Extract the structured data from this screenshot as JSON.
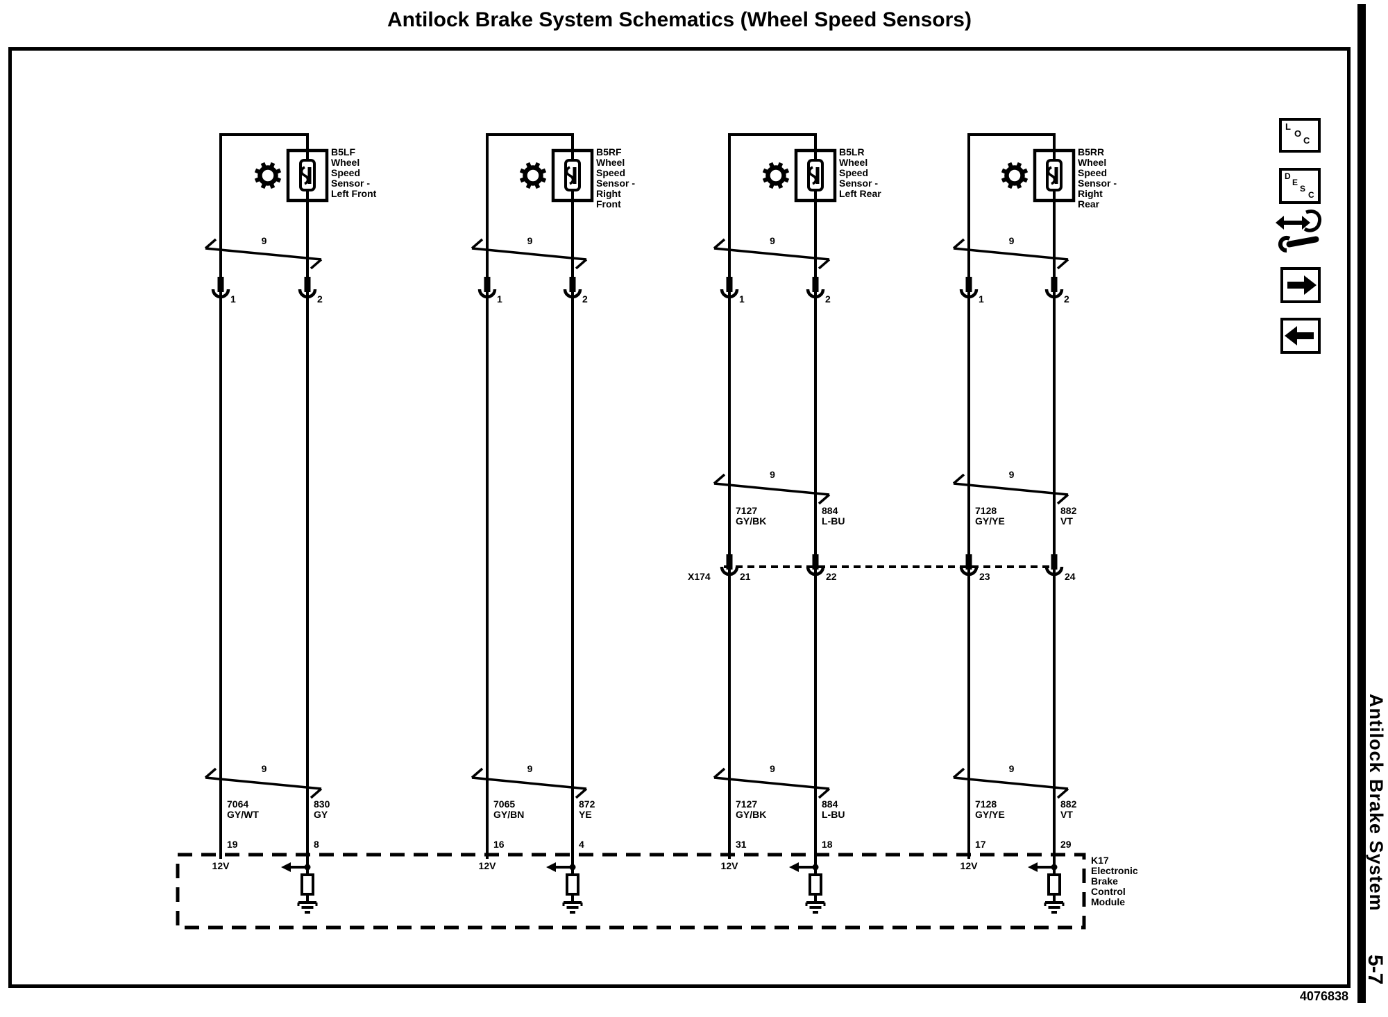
{
  "title": "Antilock Brake System Schematics (Wheel Speed Sensors)",
  "footer_number": "4076838",
  "side_tab": {
    "label": "Antilock Brake System",
    "page": "5-7"
  },
  "sidebar": {
    "loc": [
      "L",
      "O",
      "C"
    ],
    "desc": [
      "D",
      "E",
      "S",
      "C"
    ]
  },
  "twist_label": "9",
  "inline_connector": {
    "label": "X174"
  },
  "module": {
    "name": "K17",
    "label": "K17\nElectronic\nBrake\nControl\nModule",
    "supply_label": "12V"
  },
  "sensors": [
    {
      "id": "B5LF",
      "label": "B5LF\nWheel\nSpeed\nSensor -\nLeft Front",
      "pins": [
        "1",
        "2"
      ],
      "wires": [
        "7064\nGY/WT",
        "830\nGY"
      ],
      "module_pins": [
        "19",
        "8"
      ]
    },
    {
      "id": "B5RF",
      "label": "B5RF\nWheel\nSpeed\nSensor -\nRight\nFront",
      "pins": [
        "1",
        "2"
      ],
      "wires": [
        "7065\nGY/BN",
        "872\nYE"
      ],
      "module_pins": [
        "16",
        "4"
      ]
    },
    {
      "id": "B5LR",
      "label": "B5LR\nWheel\nSpeed\nSensor -\nLeft Rear",
      "pins": [
        "1",
        "2"
      ],
      "wires": [
        "7127\nGY/BK",
        "884\nL-BU"
      ],
      "x174_pins": [
        "21",
        "22"
      ],
      "module_pins": [
        "31",
        "18"
      ]
    },
    {
      "id": "B5RR",
      "label": "B5RR\nWheel\nSpeed\nSensor -\nRight\nRear",
      "pins": [
        "1",
        "2"
      ],
      "wires": [
        "7128\nGY/YE",
        "882\nVT"
      ],
      "x174_pins": [
        "23",
        "24"
      ],
      "module_pins": [
        "17",
        "29"
      ]
    }
  ],
  "colors": {
    "ink": "#000000",
    "paper": "#ffffff"
  }
}
